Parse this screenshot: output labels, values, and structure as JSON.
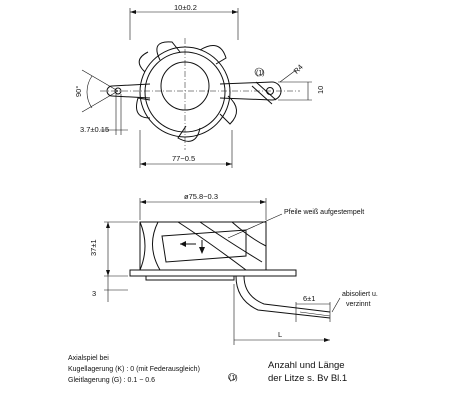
{
  "top_view": {
    "dim_width": "10±0.2",
    "dim_angle": "90°",
    "dim_radius": "R4",
    "dim_height_right": "10",
    "dim_hole": "3.7±0.15",
    "dim_span": "77−0.5",
    "mark": "(1)"
  },
  "side_view": {
    "dim_diameter": "ø75.8−0.3",
    "note_arrows": "Pfeile weiß aufgestempelt",
    "dim_height": "37±1",
    "dim_base": "3",
    "dim_wire_strip": "6±1",
    "note_insulated_1": "abisoliert u.",
    "note_insulated_2": "verzinnt",
    "dim_L": "L"
  },
  "notes": {
    "axial_title": "Axialspiel bei",
    "ball_bearing": "Kugellagerung (K) :  0  (mit Federausgleich)",
    "sleeve_bearing": "Gleitlagerung  (G) :  0.1 − 0.6",
    "mark": "(1)",
    "wire_note_1": "Anzahl und Länge",
    "wire_note_2": "der Litze s. Bv Bl.1"
  }
}
